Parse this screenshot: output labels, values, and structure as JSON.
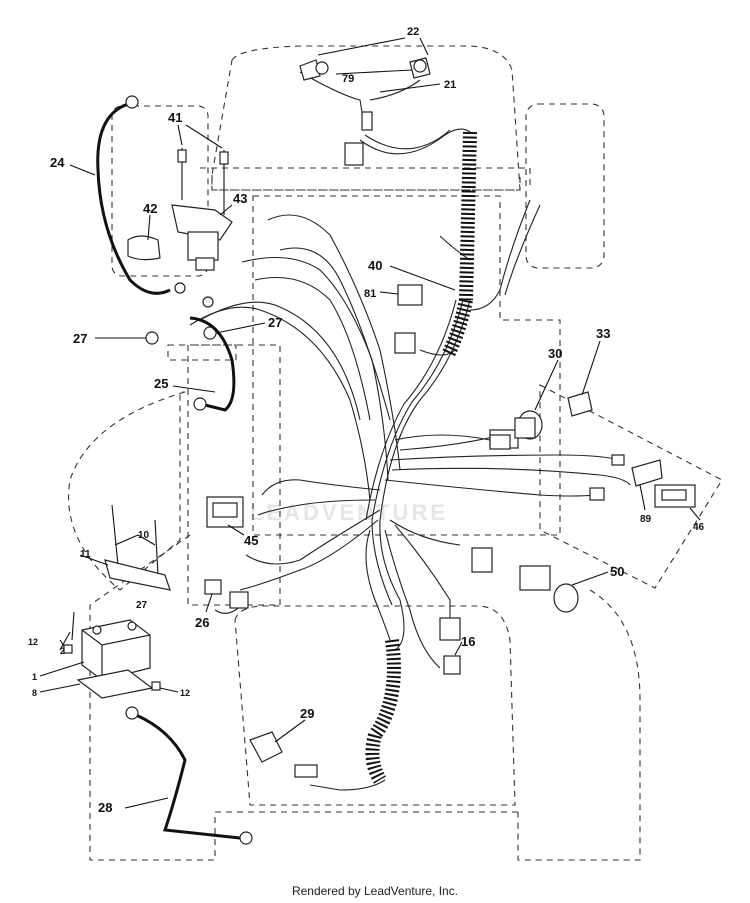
{
  "diagram": {
    "watermark": "LEADVENTURE",
    "callouts": [
      {
        "id": "c22",
        "text": "22"
      },
      {
        "id": "c79",
        "text": "79"
      },
      {
        "id": "c21",
        "text": "21"
      },
      {
        "id": "c41",
        "text": "41"
      },
      {
        "id": "c24",
        "text": "24"
      },
      {
        "id": "c42",
        "text": "42"
      },
      {
        "id": "c43",
        "text": "43"
      },
      {
        "id": "c40",
        "text": "40"
      },
      {
        "id": "c81",
        "text": "81"
      },
      {
        "id": "c27a",
        "text": "27"
      },
      {
        "id": "c27b",
        "text": "27"
      },
      {
        "id": "c33",
        "text": "33"
      },
      {
        "id": "c30",
        "text": "30"
      },
      {
        "id": "c25",
        "text": "25"
      },
      {
        "id": "c11",
        "text": "11"
      },
      {
        "id": "c10",
        "text": "10"
      },
      {
        "id": "c45",
        "text": "45"
      },
      {
        "id": "c89",
        "text": "89"
      },
      {
        "id": "c46",
        "text": "46"
      },
      {
        "id": "c50",
        "text": "50"
      },
      {
        "id": "c27c",
        "text": "27"
      },
      {
        "id": "c26",
        "text": "26"
      },
      {
        "id": "c12a",
        "text": "12"
      },
      {
        "id": "c2",
        "text": "2"
      },
      {
        "id": "c1",
        "text": "1"
      },
      {
        "id": "c8",
        "text": "8"
      },
      {
        "id": "c12b",
        "text": "12"
      },
      {
        "id": "c16",
        "text": "16"
      },
      {
        "id": "c29",
        "text": "29"
      },
      {
        "id": "c28",
        "text": "28"
      }
    ]
  },
  "footer": {
    "text": "Rendered by LeadVenture, Inc."
  }
}
